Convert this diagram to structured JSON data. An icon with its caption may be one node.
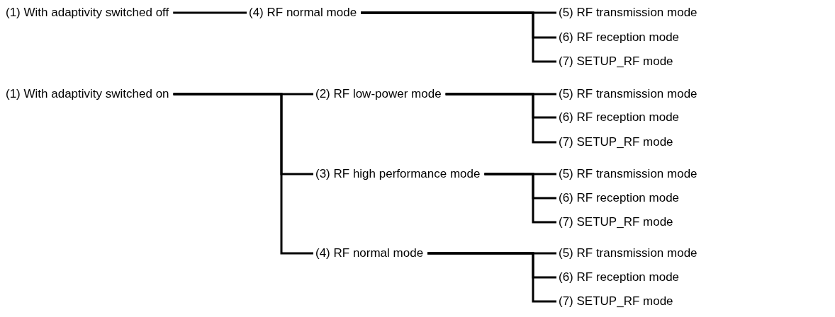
{
  "diagram": {
    "nodes": [
      {
        "text": [
          "(1) With adaptivity switched off"
        ]
      },
      {
        "text": [
          "(4) RF normal mode"
        ]
      },
      {
        "text": [
          "(5) RF transmission mode"
        ]
      },
      {
        "text": [
          "(6) RF reception mode"
        ]
      },
      {
        "text": [
          "(7) SETUP_RF mode"
        ]
      },
      {
        "text": [
          "(1) With adaptivity switched on"
        ]
      },
      {
        "text": [
          "(2) RF low-power mode"
        ]
      },
      {
        "text": [
          "(5) RF transmission mode"
        ]
      },
      {
        "text": [
          "(6) RF reception mode"
        ]
      },
      {
        "text": [
          "(7) SETUP_RF mode"
        ]
      },
      {
        "text": [
          "(3) RF high performance mode"
        ]
      },
      {
        "text": [
          "(5) RF transmission mode"
        ]
      },
      {
        "text": [
          "(6) RF reception mode"
        ]
      },
      {
        "text": [
          "(7) SETUP_RF mode"
        ]
      },
      {
        "text": [
          "(4) RF normal mode"
        ]
      },
      {
        "text": [
          "(5) RF transmission mode"
        ]
      },
      {
        "text": [
          "(6) RF reception mode"
        ]
      },
      {
        "text": [
          "(7) SETUP_RF mode"
        ]
      }
    ],
    "edges": [
      {
        "from": 0,
        "to": 1,
        "arrow": "none"
      },
      {
        "from": 1,
        "to": 2,
        "arrow": "none"
      },
      {
        "from": 1,
        "to": 3,
        "arrow": "none"
      },
      {
        "from": 1,
        "to": 4,
        "arrow": "none"
      },
      {
        "from": 5,
        "to": 6,
        "arrow": "none"
      },
      {
        "from": 5,
        "to": 10,
        "arrow": "none"
      },
      {
        "from": 5,
        "to": 14,
        "arrow": "none"
      },
      {
        "from": 6,
        "to": 7,
        "arrow": "none"
      },
      {
        "from": 6,
        "to": 8,
        "arrow": "none"
      },
      {
        "from": 6,
        "to": 9,
        "arrow": "none"
      },
      {
        "from": 10,
        "to": 11,
        "arrow": "none"
      },
      {
        "from": 10,
        "to": 12,
        "arrow": "none"
      },
      {
        "from": 10,
        "to": 13,
        "arrow": "none"
      },
      {
        "from": 14,
        "to": 15,
        "arrow": "none"
      },
      {
        "from": 14,
        "to": 16,
        "arrow": "none"
      },
      {
        "from": 14,
        "to": 17,
        "arrow": "none"
      }
    ]
  }
}
